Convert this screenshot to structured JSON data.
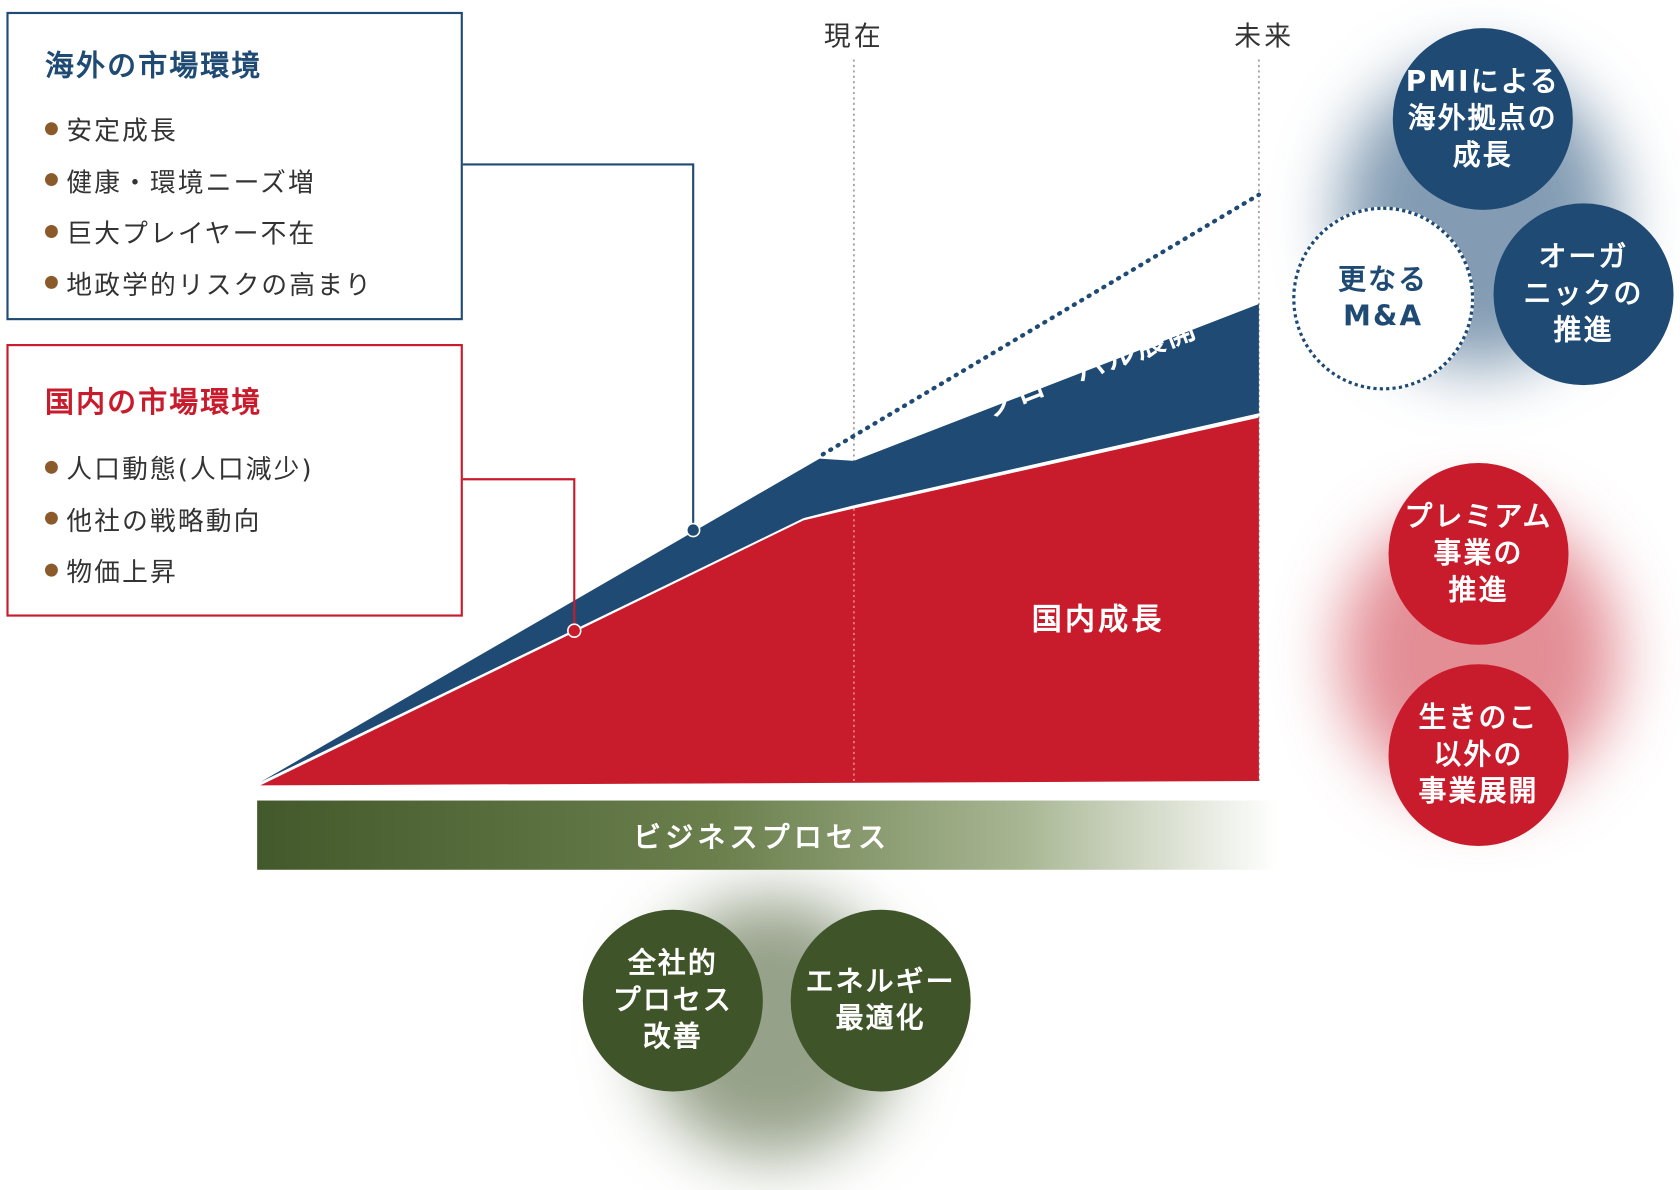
{
  "overseas_box": {
    "title": "海外の市場環境",
    "items": [
      "安定成長",
      "健康・環境ニーズ増",
      "巨大プレイヤー不在",
      "地政学的リスクの高まり"
    ]
  },
  "domestic_box": {
    "title": "国内の市場環境",
    "items": [
      "人口動態(人口減少)",
      "他社の戦略動向",
      "物価上昇"
    ]
  },
  "timeline": {
    "now": "現在",
    "future": "未来"
  },
  "areas": {
    "global": "グローバル展開",
    "domestic": "国内成長"
  },
  "business_process": "ビジネスプロセス",
  "global_circles": [
    "PMIによる\n海外拠点の\n成長",
    "更なる\nM&A",
    "オーガ\nニックの\n推進"
  ],
  "domestic_circles": [
    "プレミアム\n事業の\n推進",
    "生きのこ\n以外の\n事業展開"
  ],
  "process_circles": [
    "全社的\nプロセス\n改善",
    "エネルギー\n最適化"
  ],
  "colors": {
    "blue": "#1e4a74",
    "red": "#c81b2b",
    "green": "#3f5428",
    "bullet": "#8a5a2b"
  }
}
